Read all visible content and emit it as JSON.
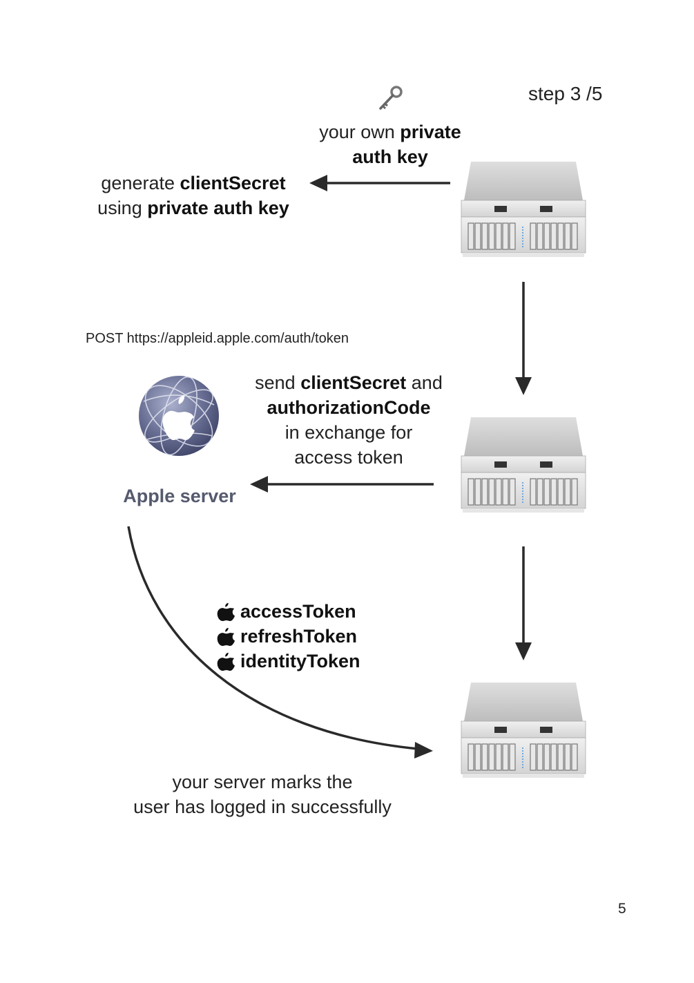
{
  "step": "step 3 /5",
  "key_label": {
    "prefix": "your own ",
    "bold1": "private",
    "bold2": "auth key"
  },
  "generate_label": {
    "line1_prefix": "generate ",
    "line1_bold": "clientSecret",
    "line2_prefix": "using ",
    "line2_bold": "private auth key"
  },
  "post_label": "POST https://appleid.apple.com/auth/token",
  "send_label": {
    "line1_prefix": "send ",
    "line1_bold": "clientSecret",
    "line1_suffix": " and",
    "line2_bold": "authorizationCode",
    "line3": "in exchange for",
    "line4": "access token"
  },
  "apple_server_label": "Apple server",
  "tokens": [
    {
      "icon": "apple-logo-icon",
      "label": "accessToken"
    },
    {
      "icon": "apple-logo-icon",
      "label": "refreshToken"
    },
    {
      "icon": "apple-logo-icon",
      "label": "identityToken"
    }
  ],
  "done_label": {
    "line1": "your server marks the",
    "line2": "user has logged in successfully"
  },
  "page_number": "5",
  "icons": {
    "key": "key-icon",
    "server": "server-icon",
    "apple_globe": "apple-globe-icon"
  },
  "colors": {
    "text": "#222222",
    "apple_label": "#555a6e",
    "arrow": "#2a2a2a",
    "globe": "#6b7196"
  }
}
